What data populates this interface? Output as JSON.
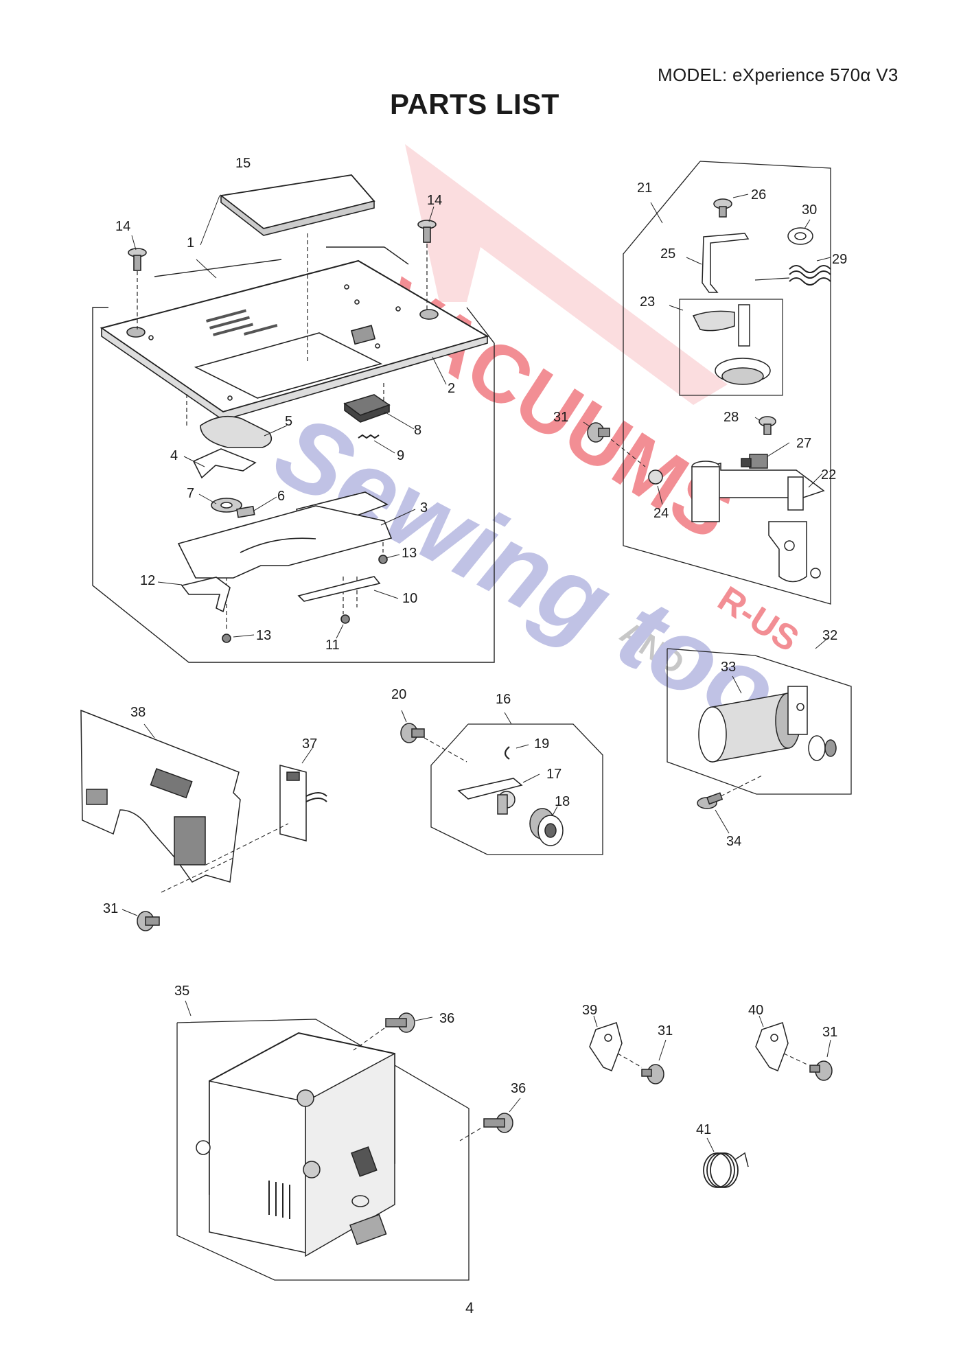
{
  "header": {
    "model": "MODEL: eXperience 570α V3",
    "title": "PARTS LIST"
  },
  "footer": {
    "page_number": "4"
  },
  "watermark": {
    "line1": "VACUUMS",
    "line1_suffix": "R-US",
    "connector": "AND",
    "line2": "Sewing too",
    "color_red": "#e8323c",
    "color_blue": "#3b3f9f"
  },
  "callouts": {
    "c1": "1",
    "c2": "2",
    "c3": "3",
    "c4": "4",
    "c5": "5",
    "c6": "6",
    "c7": "7",
    "c8": "8",
    "c9": "9",
    "c10": "10",
    "c11": "11",
    "c12": "12",
    "c13": "13",
    "c14": "14",
    "c15": "15",
    "c16": "16",
    "c17": "17",
    "c18": "18",
    "c19": "19",
    "c20": "20",
    "c21": "21",
    "c22": "22",
    "c23": "23",
    "c24": "24",
    "c25": "25",
    "c26": "26",
    "c27": "27",
    "c28": "28",
    "c29": "29",
    "c30": "30",
    "c31": "31",
    "c32": "32",
    "c33": "33",
    "c34": "34",
    "c35": "35",
    "c36": "36",
    "c37": "37",
    "c38": "38",
    "c39": "39",
    "c40": "40",
    "c41": "41"
  }
}
